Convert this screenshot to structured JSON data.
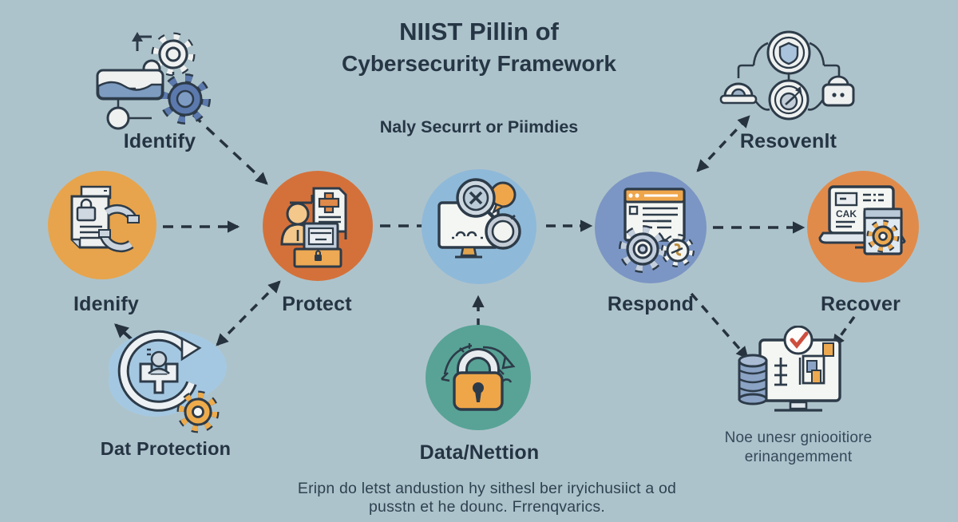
{
  "title_line1": "NIIST Pillin of",
  "title_line2": "Cybersecurity Framework",
  "subtitle": "Naly Securrt or Piimdies",
  "labels": {
    "identify_top": "Identify",
    "identify_left": "Idenify",
    "protect": "Protect",
    "respond": "Respond",
    "recover": "Recover",
    "resolve": "Resovenlt",
    "data_protection": "Dat Protection",
    "data_nettion": "Data/Nettion",
    "monitoring_line1": "Noe unesr gniooitiore",
    "monitoring_line2": "erinangemment",
    "recover_screen_text": "CAK"
  },
  "caption_line1": "Eripn do letst andustion hy sithesl ber iryichusiict a od",
  "caption_line2": "pusstn et he dounc. Frrenqvarics.",
  "colors": {
    "background": "#adc3cb",
    "text": "#263645",
    "arrow": "#26333f",
    "circle_identify": "#e7a44c",
    "circle_protect": "#d4713a",
    "circle_detect": "#8fb9d9",
    "circle_respond": "#7b96c4",
    "circle_recover": "#e18b4b",
    "circle_data_nettion": "#58a396",
    "blob_data_protection": "#a5c8e2",
    "accent_orange": "#eda94f"
  }
}
